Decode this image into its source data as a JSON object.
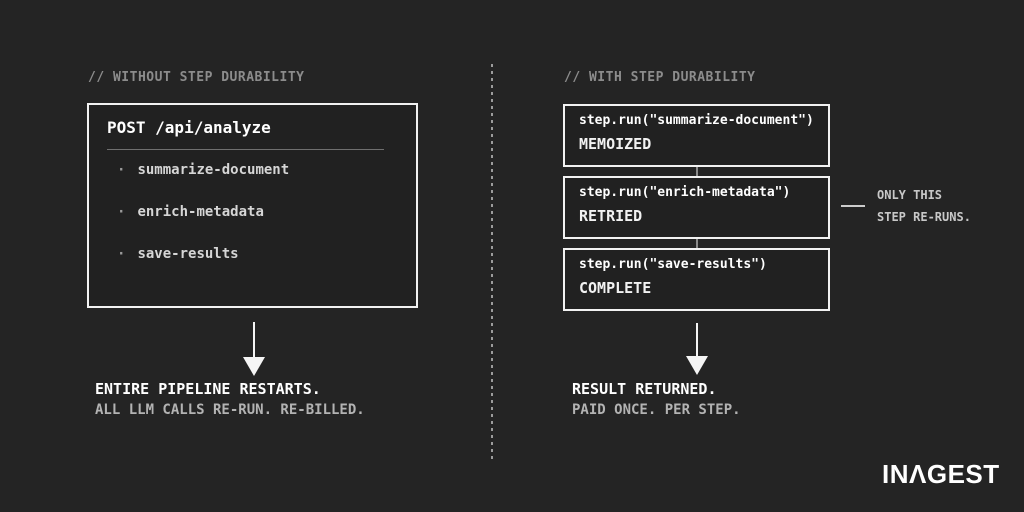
{
  "left": {
    "header": "// WITHOUT STEP DURABILITY",
    "box": {
      "title": "POST /api/analyze",
      "bullet": "·",
      "items": [
        "summarize-document",
        "enrich-metadata",
        "save-results"
      ]
    },
    "result_title": "ENTIRE PIPELINE RESTARTS.",
    "result_subtitle": "ALL LLM CALLS RE-RUN. RE-BILLED."
  },
  "right": {
    "header": "// WITH STEP DURABILITY",
    "steps": [
      {
        "code": "step.run(\"summarize-document\")",
        "status": "MEMOIZED"
      },
      {
        "code": "step.run(\"enrich-metadata\")",
        "status": "RETRIED"
      },
      {
        "code": "step.run(\"save-results\")",
        "status": "COMPLETE"
      }
    ],
    "annotation_line1": "ONLY THIS",
    "annotation_line2": "STEP RE-RUNS.",
    "result_title": "RESULT RETURNED.",
    "result_subtitle": "PAID ONCE. PER STEP."
  },
  "footer": {
    "logo": "INΛGEST"
  },
  "colors": {
    "background": "#242424",
    "box_background": "#212121",
    "box_border": "#f2f2f2",
    "header_gray": "#8c8c8c",
    "text_white": "#ffffff",
    "text_light": "#d6d6d6",
    "text_muted": "#b3b3b3",
    "divider_dots": "#9c9c9c"
  }
}
